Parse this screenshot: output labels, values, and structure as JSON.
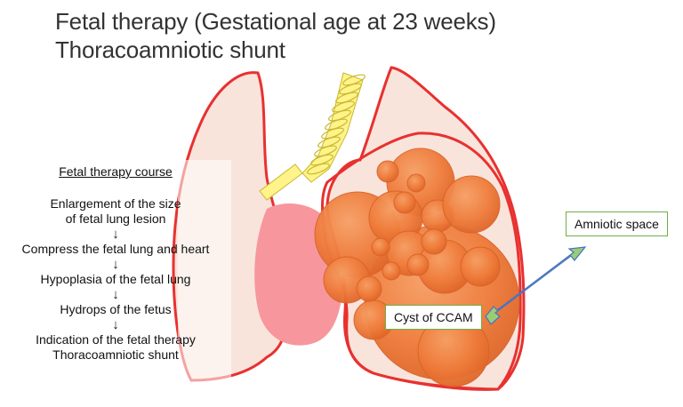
{
  "title": {
    "line1": "Fetal therapy (Gestational age at 23 weeks)",
    "line2": "Thoracoamniotic shunt"
  },
  "course": {
    "heading": "Fetal therapy course",
    "arrow": "↓",
    "steps": [
      "Enlargement of the size",
      "of fetal lung lesion",
      "Compress the fetal lung and heart",
      "Hypoplasia of the fetal lung",
      "Hydrops of the fetus",
      "Indication of the fetal therapy",
      "Thoracoamniotic shunt"
    ]
  },
  "labels": {
    "amniotic_space": "Amniotic space",
    "cyst": "Cyst of CCAM"
  },
  "colors": {
    "lung_outline": "#e8312f",
    "lung_fill": "#f9e4dc",
    "heart": "#f7969c",
    "cyst": "#ef7b3a",
    "cyst_edge": "#d9632a",
    "trachea": "#fff38a",
    "label_border": "#70ad47",
    "double_arrow": "#9ccc74"
  }
}
